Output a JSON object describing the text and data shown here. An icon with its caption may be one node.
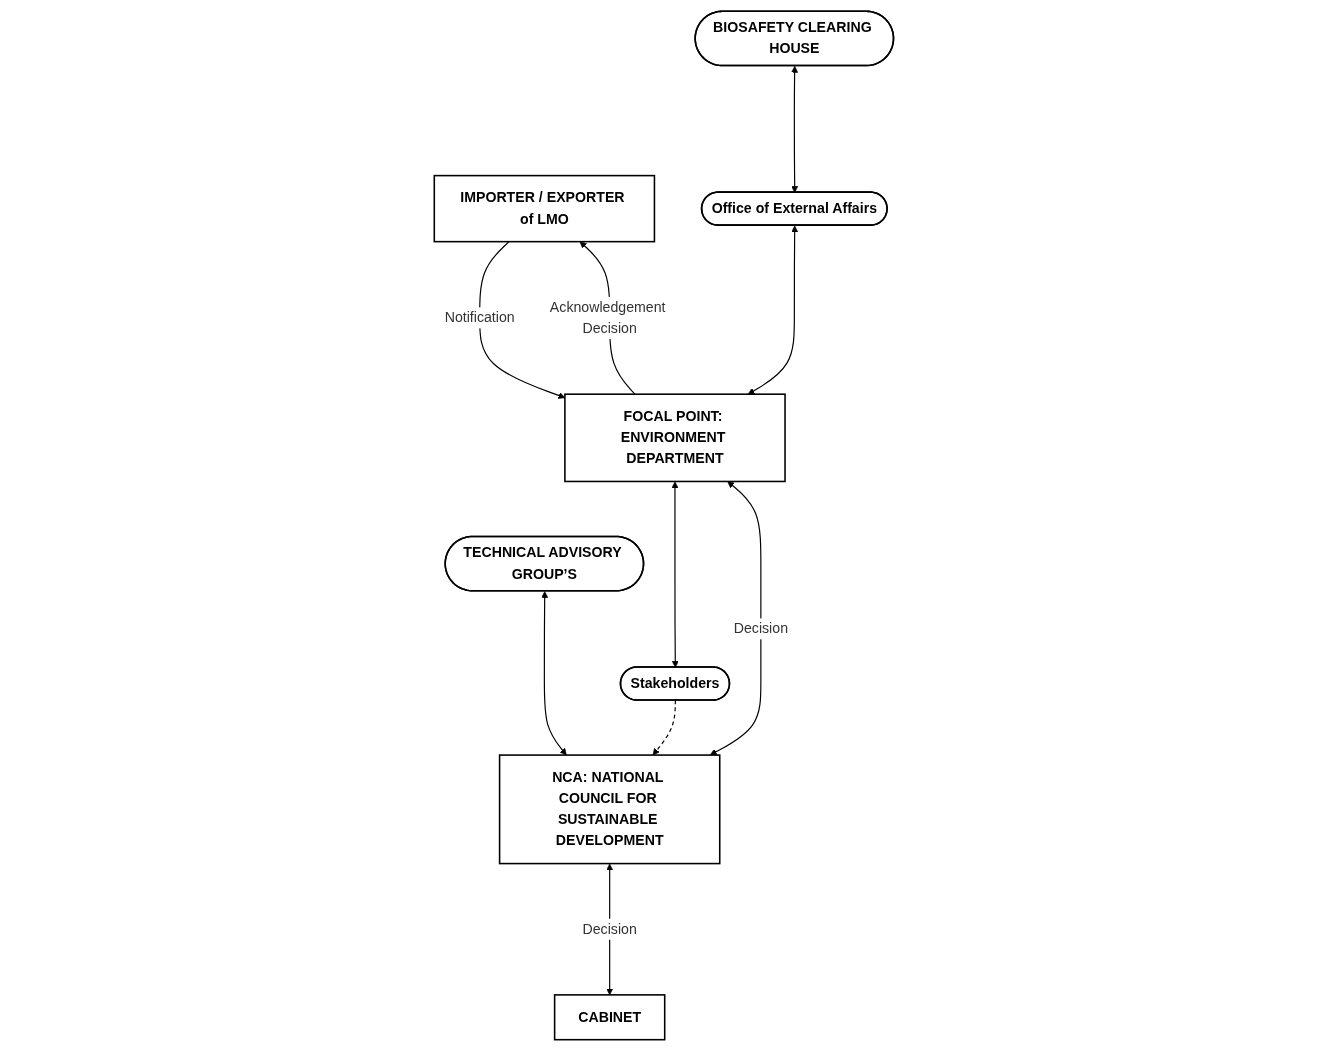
{
  "diagram": {
    "nodes": [
      {
        "text": [
          "IMPORTER / EXPORTER of LMO"
        ]
      },
      {
        "text": [
          "BIOSAFETY CLEARING HOUSE"
        ]
      },
      {
        "text": [
          "Office of External Affairs"
        ]
      },
      {
        "text": [
          "FOCAL POINT: ENVIRONMENT DEPARTMENT"
        ]
      },
      {
        "text": [
          "Stakeholders"
        ]
      },
      {
        "text": [
          "TECHNICAL ADVISORY GROUP’S"
        ]
      },
      {
        "text": [
          "NCA: NATIONAL COUNCIL FOR SUSTAINABLE DEVELOPMENT"
        ]
      },
      {
        "text": [
          "CABINET"
        ]
      }
    ],
    "edges": [
      {
        "from": 0,
        "to": 3,
        "arrow": "to",
        "label": "Notification"
      },
      {
        "from": 3,
        "to": 0,
        "arrow": "to",
        "label": "Acknowledgement Decision"
      },
      {
        "from": 1,
        "to": 2,
        "arrow": "both"
      },
      {
        "from": 2,
        "to": 3,
        "arrow": "both"
      },
      {
        "from": 3,
        "to": 4,
        "arrow": "both"
      },
      {
        "from": 6,
        "to": 3,
        "arrow": "both",
        "label": "Decision"
      },
      {
        "from": 5,
        "to": 6,
        "arrow": "both"
      },
      {
        "from": 4,
        "to": 6,
        "arrow": "to",
        "style": "dashed"
      },
      {
        "from": 6,
        "to": 7,
        "arrow": "both",
        "label": "Decision"
      }
    ]
  }
}
